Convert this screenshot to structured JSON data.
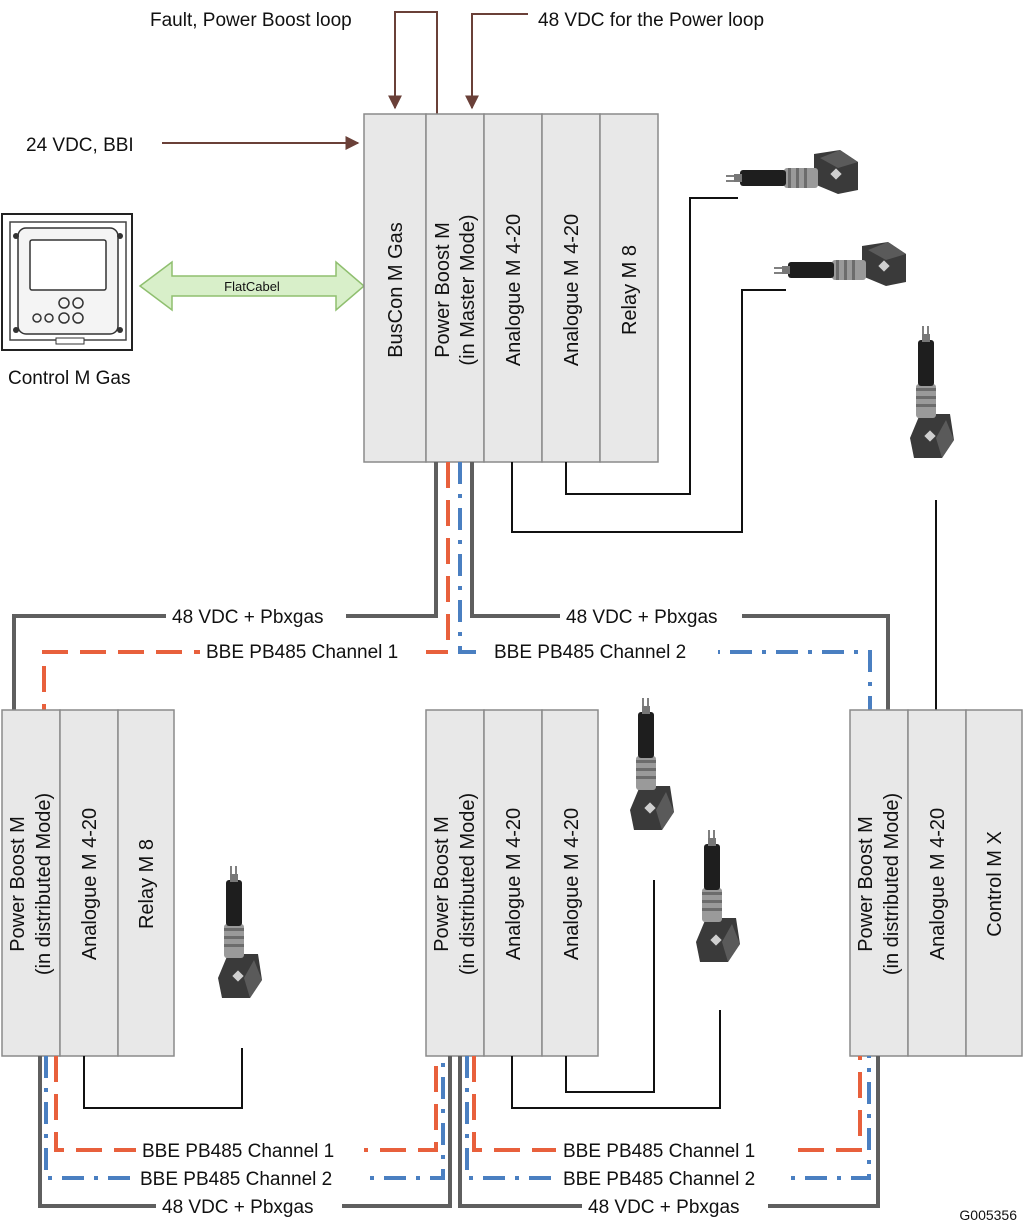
{
  "top_labels": {
    "fault": "Fault, Power Boost loop",
    "vdc48": "48 VDC for the Power loop",
    "vdc24": "24 VDC, BBI"
  },
  "control_panel": {
    "label": "Control M Gas"
  },
  "flatcable": {
    "label": "FlatCabel"
  },
  "master_rack": {
    "modules": [
      {
        "line1": "BusCon M Gas",
        "line2": ""
      },
      {
        "line1": "Power Boost M",
        "line2": "(in Master Mode)"
      },
      {
        "line1": "Analogue M 4-20",
        "line2": ""
      },
      {
        "line1": "Analogue M 4-20",
        "line2": ""
      },
      {
        "line1": "Relay M 8",
        "line2": ""
      }
    ]
  },
  "left_rack": {
    "modules": [
      {
        "line1": "Power Boost M",
        "line2": "(in distributed Mode)"
      },
      {
        "line1": "Analogue M 4-20",
        "line2": ""
      },
      {
        "line1": "Relay M 8",
        "line2": ""
      }
    ]
  },
  "mid_rack": {
    "modules": [
      {
        "line1": "Power Boost M",
        "line2": "(in distributed Mode)"
      },
      {
        "line1": "Analogue M 4-20",
        "line2": ""
      },
      {
        "line1": "Analogue M 4-20",
        "line2": ""
      }
    ]
  },
  "right_rack": {
    "modules": [
      {
        "line1": "Power Boost M",
        "line2": "(in distributed Mode)"
      },
      {
        "line1": "Analogue M 4-20",
        "line2": ""
      },
      {
        "line1": "Control M X",
        "line2": ""
      }
    ]
  },
  "loop_labels": {
    "vdc_left": "48 VDC + Pbxgas",
    "vdc_right": "48 VDC + Pbxgas",
    "ch1_top": "BBE PB485 Channel 1",
    "ch2_top": "BBE PB485 Channel 2",
    "ch1_bl": "BBE PB485 Channel 1",
    "ch2_bl": "BBE PB485 Channel 2",
    "vdc_bl": "48 VDC + Pbxgas",
    "ch1_br": "BBE PB485 Channel 1",
    "ch2_br": "BBE PB485 Channel 2",
    "vdc_br": "48 VDC + Pbxgas"
  },
  "figure_id": "G005356",
  "colors": {
    "channel1": "#e8603c",
    "channel2": "#4a7fc1",
    "power_line": "#5f5f5f",
    "signal_wire": "#111111",
    "arrow_brown": "#6a4038",
    "module_fill": "#e8e8e8",
    "module_stroke": "#8a8a8a",
    "flatcable_fill": "#d8efc9",
    "flatcable_stroke": "#8fbf6f"
  }
}
